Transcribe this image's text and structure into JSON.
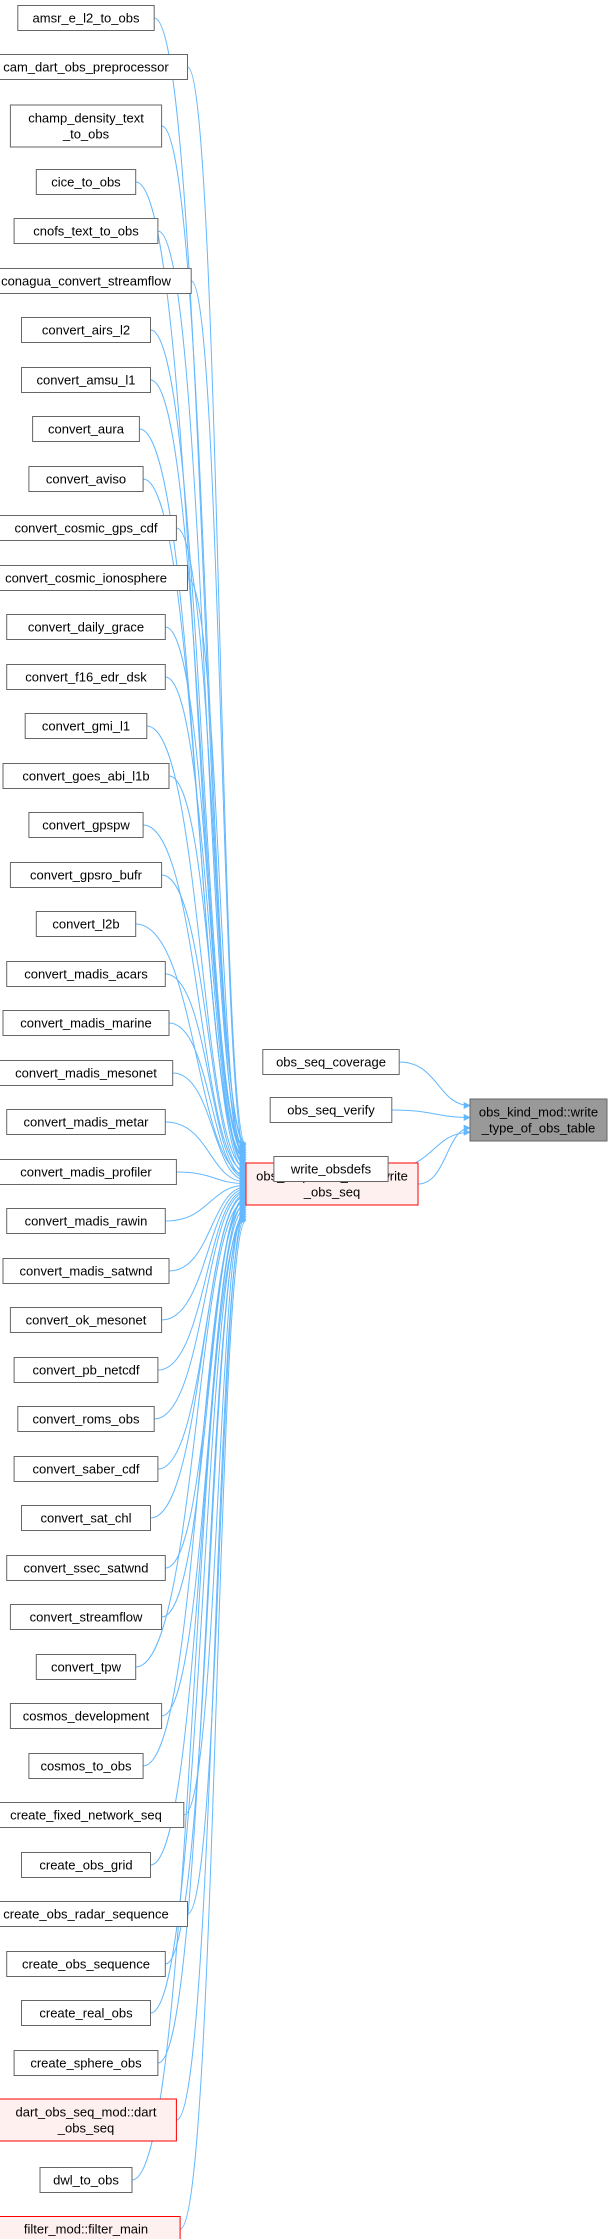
{
  "colors": {
    "edge": "#63b8ff",
    "node_border": "#666666",
    "node_fill": "#ffffff",
    "highlight_border": "#ff0000",
    "highlight_fill": "#fff0f0",
    "target_fill": "#999999"
  },
  "target": {
    "lines": [
      "obs_kind_mod::write",
      "_type_of_obs_table"
    ]
  },
  "hub": {
    "lines": [
      "obs_sequence_mod::write",
      "_obs_seq"
    ]
  },
  "direct_callers": [
    {
      "lines": [
        "obs_seq_coverage"
      ]
    },
    {
      "lines": [
        "obs_seq_verify"
      ]
    },
    {
      "lines": [
        "write_obsdefs"
      ]
    }
  ],
  "hub_callers": [
    {
      "lines": [
        "amsr_e_l2_to_obs"
      ]
    },
    {
      "lines": [
        "cam_dart_obs_preprocessor"
      ]
    },
    {
      "lines": [
        "champ_density_text",
        "_to_obs"
      ]
    },
    {
      "lines": [
        "cice_to_obs"
      ]
    },
    {
      "lines": [
        "cnofs_text_to_obs"
      ]
    },
    {
      "lines": [
        "conagua_convert_streamflow"
      ]
    },
    {
      "lines": [
        "convert_airs_l2"
      ]
    },
    {
      "lines": [
        "convert_amsu_l1"
      ]
    },
    {
      "lines": [
        "convert_aura"
      ]
    },
    {
      "lines": [
        "convert_aviso"
      ]
    },
    {
      "lines": [
        "convert_cosmic_gps_cdf"
      ]
    },
    {
      "lines": [
        "convert_cosmic_ionosphere"
      ]
    },
    {
      "lines": [
        "convert_daily_grace"
      ]
    },
    {
      "lines": [
        "convert_f16_edr_dsk"
      ]
    },
    {
      "lines": [
        "convert_gmi_l1"
      ]
    },
    {
      "lines": [
        "convert_goes_abi_l1b"
      ]
    },
    {
      "lines": [
        "convert_gpspw"
      ]
    },
    {
      "lines": [
        "convert_gpsro_bufr"
      ]
    },
    {
      "lines": [
        "convert_l2b"
      ]
    },
    {
      "lines": [
        "convert_madis_acars"
      ]
    },
    {
      "lines": [
        "convert_madis_marine"
      ]
    },
    {
      "lines": [
        "convert_madis_mesonet"
      ]
    },
    {
      "lines": [
        "convert_madis_metar"
      ]
    },
    {
      "lines": [
        "convert_madis_profiler"
      ]
    },
    {
      "lines": [
        "convert_madis_rawin"
      ]
    },
    {
      "lines": [
        "convert_madis_satwnd"
      ]
    },
    {
      "lines": [
        "convert_ok_mesonet"
      ]
    },
    {
      "lines": [
        "convert_pb_netcdf"
      ]
    },
    {
      "lines": [
        "convert_roms_obs"
      ]
    },
    {
      "lines": [
        "convert_saber_cdf"
      ]
    },
    {
      "lines": [
        "convert_sat_chl"
      ]
    },
    {
      "lines": [
        "convert_ssec_satwnd"
      ]
    },
    {
      "lines": [
        "convert_streamflow"
      ]
    },
    {
      "lines": [
        "convert_tpw"
      ]
    },
    {
      "lines": [
        "cosmos_development"
      ]
    },
    {
      "lines": [
        "cosmos_to_obs"
      ]
    },
    {
      "lines": [
        "create_fixed_network_seq"
      ]
    },
    {
      "lines": [
        "create_obs_grid"
      ]
    },
    {
      "lines": [
        "create_obs_radar_sequence"
      ]
    },
    {
      "lines": [
        "create_obs_sequence"
      ]
    },
    {
      "lines": [
        "create_real_obs"
      ]
    },
    {
      "lines": [
        "create_sphere_obs"
      ]
    },
    {
      "lines": [
        "dart_obs_seq_mod::dart",
        "_obs_seq"
      ],
      "highlight": true
    },
    {
      "lines": [
        "dwl_to_obs"
      ]
    },
    {
      "lines": [
        "filter_mod::filter_main"
      ],
      "highlight": true
    }
  ]
}
